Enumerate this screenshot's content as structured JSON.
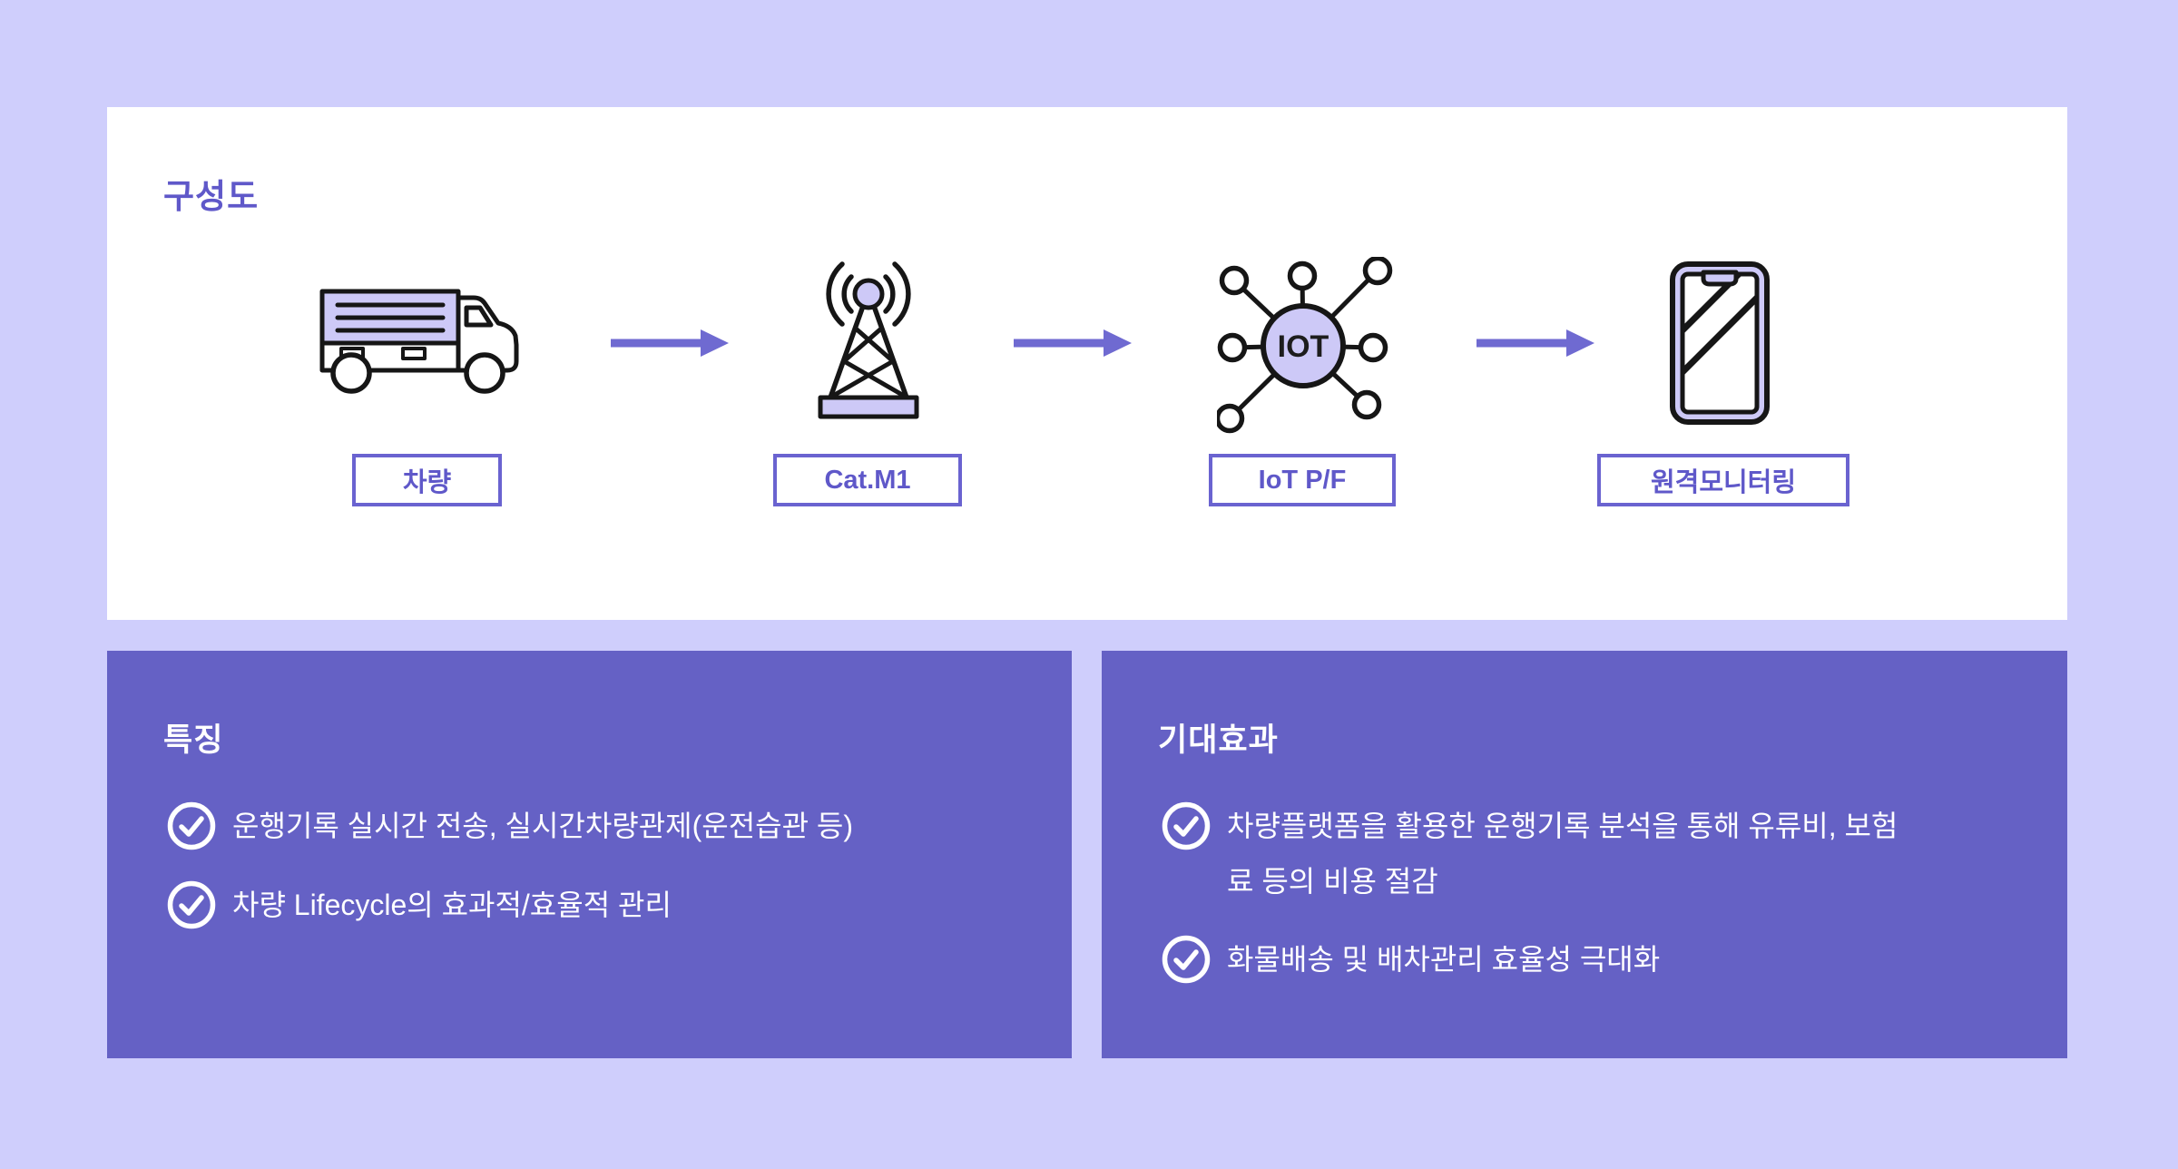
{
  "colors": {
    "background": "#cfcefc",
    "card": "#ffffff",
    "panel": "#6561c5",
    "accent": "#5f58c9",
    "label_border": "#6a63d0",
    "arrow": "#6f6ad1",
    "icon_fill": "#cdc9f7",
    "icon_stroke": "#161616",
    "text_on_panel": "#ffffff"
  },
  "diagram": {
    "title": "구성도",
    "nodes": [
      {
        "label": "차량",
        "icon": "truck-icon"
      },
      {
        "label": "Cat.M1",
        "icon": "cell-tower-icon"
      },
      {
        "label": "IoT P/F",
        "icon": "iot-hub-icon",
        "hub_text": "IOT"
      },
      {
        "label": "원격모니터링",
        "icon": "smartphone-icon"
      }
    ]
  },
  "features": {
    "title": "특징",
    "items": [
      {
        "lines": [
          "운행기록 실시간 전송, 실시간차량관제(운전습관 등)"
        ]
      },
      {
        "lines": [
          "차량 Lifecycle의 효과적/효율적 관리"
        ]
      }
    ]
  },
  "effects": {
    "title": "기대효과",
    "items": [
      {
        "lines": [
          "차량플랫폼을 활용한 운행기록 분석을 통해 유류비, 보험",
          "료 등의 비용 절감"
        ]
      },
      {
        "lines": [
          "화물배송 및 배차관리 효율성 극대화"
        ]
      }
    ]
  }
}
